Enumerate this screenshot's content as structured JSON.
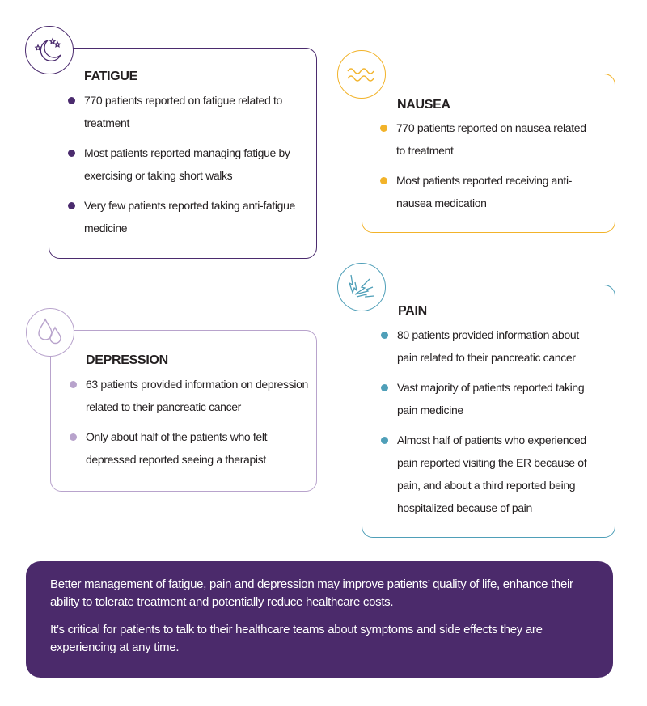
{
  "colors": {
    "fatigue": "#4b2b6e",
    "nausea": "#f2b32a",
    "depression": "#b8a3cc",
    "pain": "#4f9fb8",
    "banner": "#4b2a6b"
  },
  "fatigue": {
    "icon": "moon-stars-icon",
    "title": "FATIGUE",
    "items": [
      "770 patients reported on fatigue related to treatment",
      "Most patients reported managing fatigue by exercising or taking short walks",
      "Very few patients reported taking anti-fatigue medicine"
    ]
  },
  "nausea": {
    "icon": "wave-icon",
    "title": "NAUSEA",
    "items": [
      "770 patients reported on nausea related to treatment",
      "Most patients reported receiving anti-nausea medication"
    ]
  },
  "depression": {
    "icon": "tears-icon",
    "title": "DEPRESSION",
    "items": [
      "63 patients provided information on depression related to their pancreatic cancer",
      "Only about half of the patients who felt depressed reported seeing a therapist"
    ]
  },
  "pain": {
    "icon": "lightning-icon",
    "title": "PAIN",
    "items": [
      "80 patients provided information about pain related to their pancreatic cancer",
      "Vast majority of patients reported taking pain medicine",
      "Almost half of patients who experienced pain reported visiting the ER because of pain, and about a third reported being hospitalized because of pain"
    ]
  },
  "banner": {
    "p1": "Better management of fatigue, pain and depression may improve patients’ quality of life, enhance their ability to tolerate treatment and potentially reduce healthcare costs.",
    "p2": "It’s critical for patients to talk to their healthcare teams about symptoms and side effects they are experiencing at any time."
  }
}
